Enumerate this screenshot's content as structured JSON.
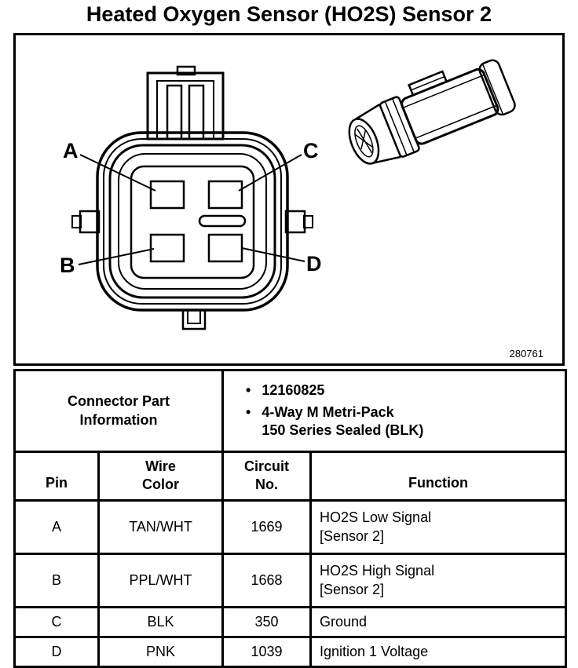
{
  "title": "Heated Oxygen Sensor (HO2S) Sensor 2",
  "diagram": {
    "figure_number": "280761",
    "pin_labels": {
      "a": "A",
      "b": "B",
      "c": "C",
      "d": "D"
    }
  },
  "table": {
    "part_info": {
      "label": "Connector Part\nInformation",
      "bullets": [
        "12160825",
        "4-Way M Metri-Pack\n150 Series Sealed (BLK)"
      ]
    },
    "headers": {
      "pin": "Pin",
      "wire_color": "Wire\nColor",
      "circuit": "Circuit\nNo.",
      "function": "Function"
    },
    "rows": [
      {
        "pin": "A",
        "wire_color": "TAN/WHT",
        "circuit": "1669",
        "function": "HO2S Low Signal\n[Sensor 2]"
      },
      {
        "pin": "B",
        "wire_color": "PPL/WHT",
        "circuit": "1668",
        "function": "HO2S High Signal\n[Sensor 2]"
      },
      {
        "pin": "C",
        "wire_color": "BLK",
        "circuit": "350",
        "function": "Ground"
      },
      {
        "pin": "D",
        "wire_color": "PNK",
        "circuit": "1039",
        "function": "Ignition 1 Voltage"
      }
    ]
  }
}
